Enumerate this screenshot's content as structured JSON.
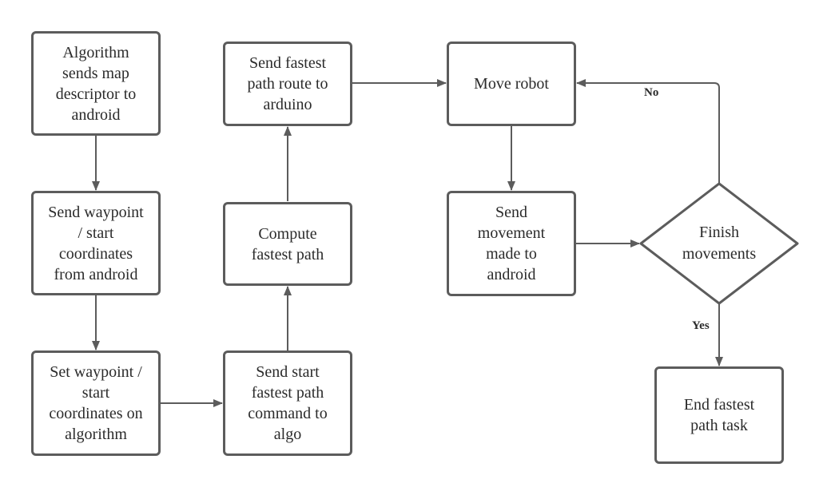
{
  "nodes": {
    "n1": "Algorithm\nsends map\ndescriptor to\nandroid",
    "n2": "Send waypoint\n/ start\ncoordinates\nfrom android",
    "n3": "Set waypoint /\nstart\ncoordinates on\nalgorithm",
    "n4": "Send start\nfastest path\ncommand to\nalgo",
    "n5": "Compute\nfastest path",
    "n6": "Send fastest\npath route to\narduino",
    "n7": "Move robot",
    "n8": "Send\nmovement\nmade to\nandroid",
    "n9": "Finish\nmovements",
    "n10": "End fastest\npath task"
  },
  "edges": {
    "no": "No",
    "yes": "Yes"
  },
  "colors": {
    "stroke": "#5c5c5c",
    "text": "#2b2b2b"
  }
}
